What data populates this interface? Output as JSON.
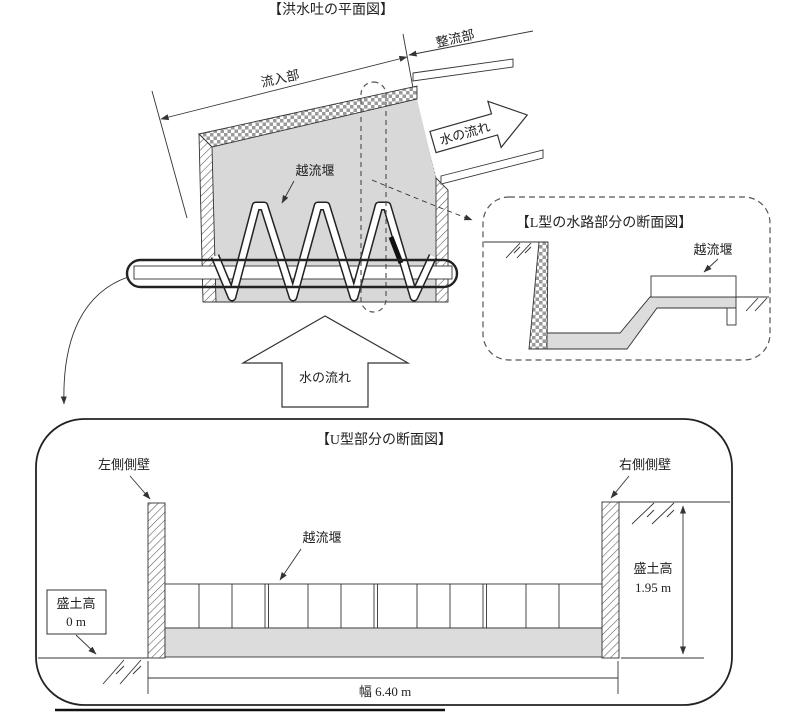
{
  "figure": {
    "type": "engineering-diagram",
    "subject": "spillway plan and sections"
  },
  "plan_view": {
    "title": "【洪水吐の平面図】",
    "inflow_label": "流入部",
    "straightening_label": "整流部",
    "weir_label": "越流堰",
    "flow_right_label": "水の流れ",
    "flow_up_label": "水の流れ"
  },
  "l_section": {
    "title": "【L型の水路部分の断面図】",
    "weir_label": "越流堰"
  },
  "u_section": {
    "title": "【U型部分の断面図】",
    "left_wall_label": "左側側壁",
    "right_wall_label": "右側側壁",
    "weir_label": "越流堰",
    "left_fill_label": "盛土高",
    "left_fill_value": "0 m",
    "right_fill_label": "盛土高",
    "right_fill_value": "1.95 m",
    "width_label": "幅 6.40 m"
  },
  "colors": {
    "plan_fill": "#d8d8d8",
    "slab_fill": "#dcdcdc",
    "line": "#333333"
  }
}
